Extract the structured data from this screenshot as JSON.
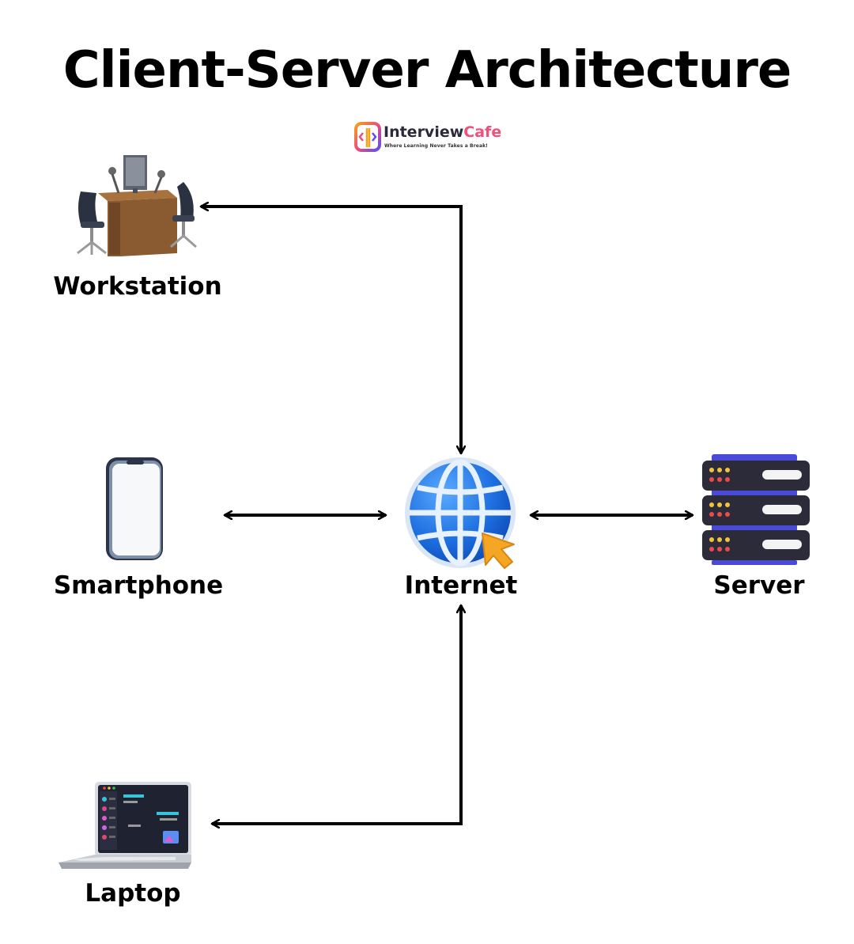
{
  "diagram": {
    "title": "Client-Server Architecture",
    "brand": {
      "name_part1": "Interview",
      "name_part2": "Cafe",
      "tagline": "Where Learning Never Takes a Break!"
    },
    "nodes": [
      {
        "id": "workstation",
        "label": "Workstation",
        "icon": "workstation-desk-icon"
      },
      {
        "id": "smartphone",
        "label": "Smartphone",
        "icon": "smartphone-icon"
      },
      {
        "id": "internet",
        "label": "Internet",
        "icon": "globe-cursor-icon"
      },
      {
        "id": "server",
        "label": "Server",
        "icon": "server-rack-icon"
      },
      {
        "id": "laptop",
        "label": "Laptop",
        "icon": "laptop-icon"
      }
    ],
    "edges": [
      {
        "from": "internet",
        "to": "workstation",
        "bidirectional": true
      },
      {
        "from": "smartphone",
        "to": "internet",
        "bidirectional": true
      },
      {
        "from": "internet",
        "to": "server",
        "bidirectional": true
      },
      {
        "from": "internet",
        "to": "laptop",
        "bidirectional": true
      }
    ],
    "colors": {
      "arrow": "#000000",
      "globe": "#1e6fe0",
      "cursor": "#f5a623",
      "server_body": "#2b2b3a",
      "server_accent": "#4a4ad8",
      "brand_accent": "#ef4f7a"
    }
  }
}
